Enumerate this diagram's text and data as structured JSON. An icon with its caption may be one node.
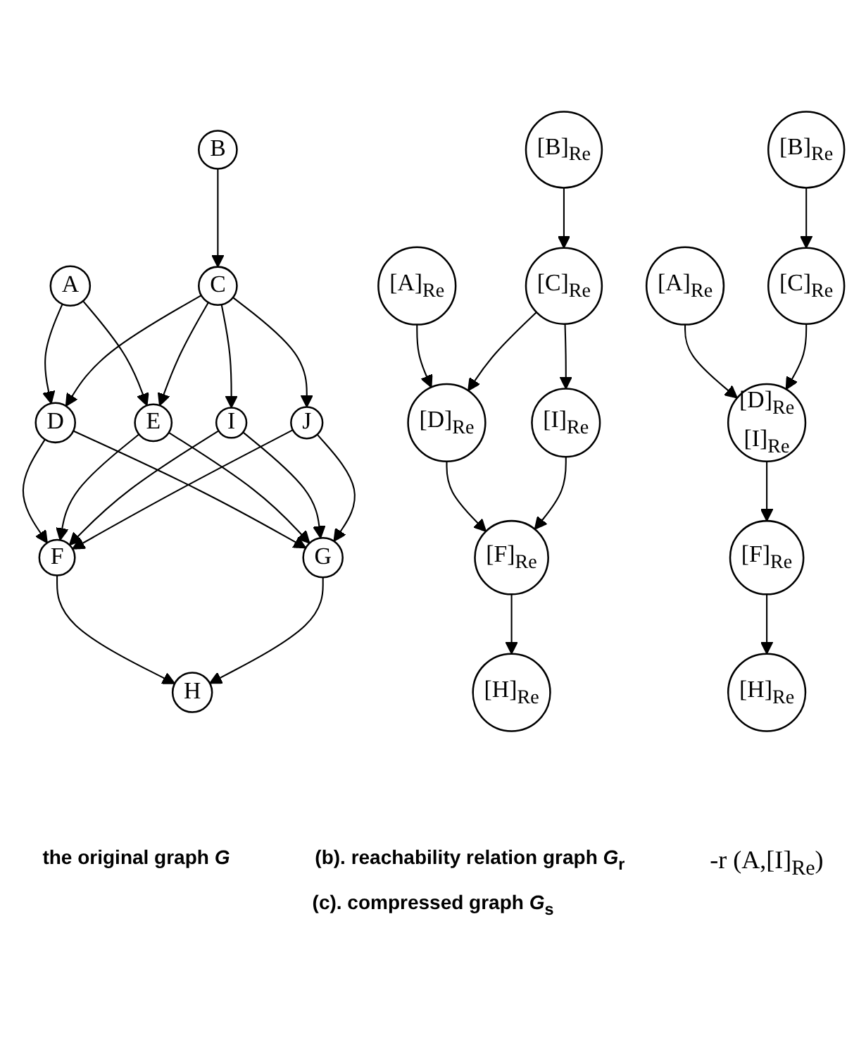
{
  "diagram": {
    "nodes": [
      {
        "text": [
          "A"
        ]
      },
      {
        "text": [
          "B"
        ]
      },
      {
        "text": [
          "D"
        ]
      },
      {
        "text": [
          "C"
        ]
      },
      {
        "text": [
          "E"
        ]
      },
      {
        "text": [
          "F"
        ]
      },
      {
        "text": [
          "I"
        ]
      },
      {
        "text": [
          "H"
        ]
      },
      {
        "text": [
          "G"
        ]
      },
      {
        "text": [
          "J"
        ]
      },
      {
        "text": [
          "[A]$_{Re}$"
        ]
      },
      {
        "text": [
          "[B]$_{Re}$"
        ]
      },
      {
        "text": [
          "[D]$_{Re}$"
        ]
      },
      {
        "text": [
          "[C]$_{Re}$"
        ]
      },
      {
        "text": [
          "[F]$_{Re}$"
        ]
      },
      {
        "text": [
          "[I]$_{Re}$"
        ]
      },
      {
        "text": [
          "[H]$_{Re}$"
        ]
      },
      {
        "text": [
          "[A]$_{Re}$"
        ]
      },
      {
        "text": [
          "[B]$_{Re}$"
        ]
      },
      {
        "text": [
          "[C]$_{Re}$"
        ]
      },
      {
        "text": [
          "[D]$_{Re}$",
          "[I]$_{Re}$"
        ]
      },
      {
        "text": [
          "[F]$_{Re}$"
        ]
      },
      {
        "text": [
          "[H]$_{Re}$"
        ]
      }
    ],
    "edges": [
      {
        "from": 0,
        "to": 2,
        "arrow": "to"
      },
      {
        "from": 0,
        "to": 4,
        "arrow": "to"
      },
      {
        "from": 1,
        "to": 3,
        "arrow": "to"
      },
      {
        "from": 3,
        "to": 2,
        "arrow": "to"
      },
      {
        "from": 3,
        "to": 4,
        "arrow": "to"
      },
      {
        "from": 3,
        "to": 6,
        "arrow": "to"
      },
      {
        "from": 3,
        "to": 9,
        "arrow": "to"
      },
      {
        "from": 2,
        "to": 5,
        "arrow": "to"
      },
      {
        "from": 2,
        "to": 8,
        "arrow": "to"
      },
      {
        "from": 4,
        "to": 5,
        "arrow": "to"
      },
      {
        "from": 4,
        "to": 8,
        "arrow": "to"
      },
      {
        "from": 6,
        "to": 5,
        "arrow": "to"
      },
      {
        "from": 6,
        "to": 8,
        "arrow": "to"
      },
      {
        "from": 9,
        "to": 8,
        "arrow": "to"
      },
      {
        "from": 9,
        "to": 5,
        "arrow": "to"
      },
      {
        "from": 5,
        "to": 7,
        "arrow": "to"
      },
      {
        "from": 8,
        "to": 7,
        "arrow": "to"
      },
      {
        "from": 10,
        "to": 12,
        "arrow": "to"
      },
      {
        "from": 11,
        "to": 13,
        "arrow": "to"
      },
      {
        "from": 13,
        "to": 12,
        "arrow": "to"
      },
      {
        "from": 13,
        "to": 15,
        "arrow": "to"
      },
      {
        "from": 12,
        "to": 14,
        "arrow": "to"
      },
      {
        "from": 15,
        "to": 14,
        "arrow": "to"
      },
      {
        "from": 14,
        "to": 16,
        "arrow": "to"
      },
      {
        "from": 17,
        "to": 20,
        "arrow": "to"
      },
      {
        "from": 18,
        "to": 19,
        "arrow": "to"
      },
      {
        "from": 19,
        "to": 20,
        "arrow": "to"
      },
      {
        "from": 20,
        "to": 21,
        "arrow": "to"
      },
      {
        "from": 21,
        "to": 22,
        "arrow": "to"
      }
    ],
    "labels": [
      "the original graph *G*",
      "(b). reachability relation graph *G*$_{r}$",
      "-r (A,[I]$_{Re}$)",
      "(c). compressed graph *G*$_{s}$"
    ]
  }
}
